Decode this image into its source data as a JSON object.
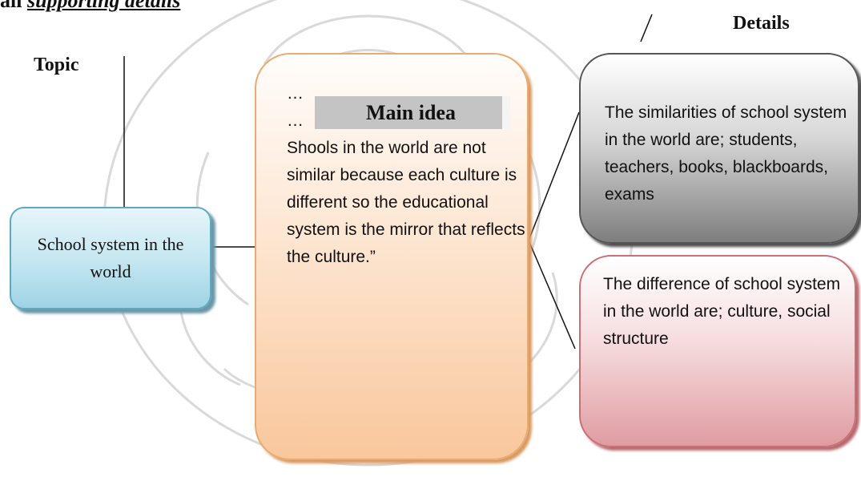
{
  "header": {
    "fragment_prefix": "all ",
    "fragment_emphasis": "supporting details"
  },
  "labels": {
    "topic": "Topic",
    "details": "Details",
    "main_idea": "Main idea"
  },
  "topic_box": {
    "text": "School system in the world"
  },
  "main_box": {
    "ellipsis_1": "…",
    "ellipsis_2": "…",
    "text": "Shools in the world are not similar because each culture is different so the educational system is the mirror that reflects the culture.”"
  },
  "details": {
    "similarities": "The similarities of school system in the world are; students, teachers, books, blackboards, exams",
    "differences": "The difference of school system in the world are; culture, social structure"
  },
  "colors": {
    "topic_box": "#c3e6f0",
    "main_box": "#fde6d2",
    "similarities_box": "#9a9a9a",
    "differences_box": "#f6dcde",
    "main_idea_tag": "#c4c4c4"
  }
}
